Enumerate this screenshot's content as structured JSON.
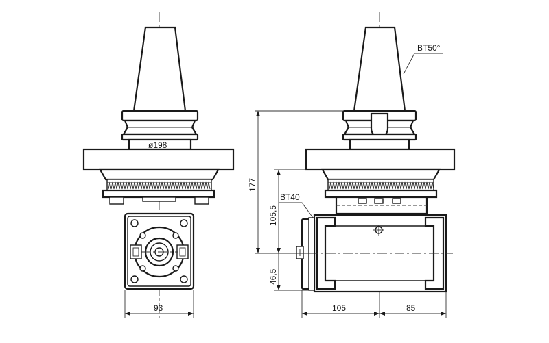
{
  "dimensions": {
    "diameter": "ø198",
    "width_left": "93",
    "height_total": "177",
    "height_mid": "105,5",
    "height_low": "46,5",
    "width_105": "105",
    "width_85": "85"
  },
  "callouts": {
    "bt50": "BT50°",
    "bt40": "BT40"
  }
}
